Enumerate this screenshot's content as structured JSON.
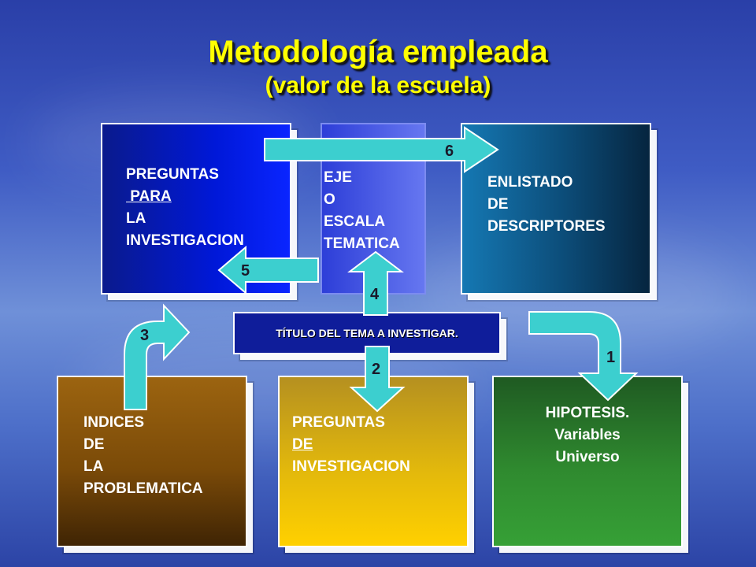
{
  "title": "Metodología empleada",
  "subtitle": "(valor de la escuela)",
  "boxes": {
    "preguntas_para": {
      "lines": [
        "PREGUNTAS",
        " PARA",
        "LA",
        "INVESTIGACION"
      ]
    },
    "eje": {
      "lines": [
        "EJE",
        "O",
        "ESCALA",
        "TEMATICA"
      ]
    },
    "enlistado": {
      "lines": [
        "ENLISTADO",
        "DE",
        "DESCRIPTORES"
      ]
    },
    "titulo": {
      "text": "TÍTULO DEL TEMA A INVESTIGAR."
    },
    "indices": {
      "lines": [
        "INDICES",
        "DE",
        "LA",
        "PROBLEMATICA"
      ]
    },
    "preguntas_de": {
      "lines": [
        "PREGUNTAS",
        "DE",
        "INVESTIGACION"
      ]
    },
    "hipotesis": {
      "lines": [
        "HIPOTESIS.",
        "Variables",
        "Universo"
      ]
    }
  },
  "arrows": [
    "1",
    "2",
    "3",
    "4",
    "5",
    "6"
  ],
  "colors": {
    "title": "#ffff00",
    "arrow_fill": "#3ccfcf",
    "arrow_stroke": "#ffffff"
  }
}
